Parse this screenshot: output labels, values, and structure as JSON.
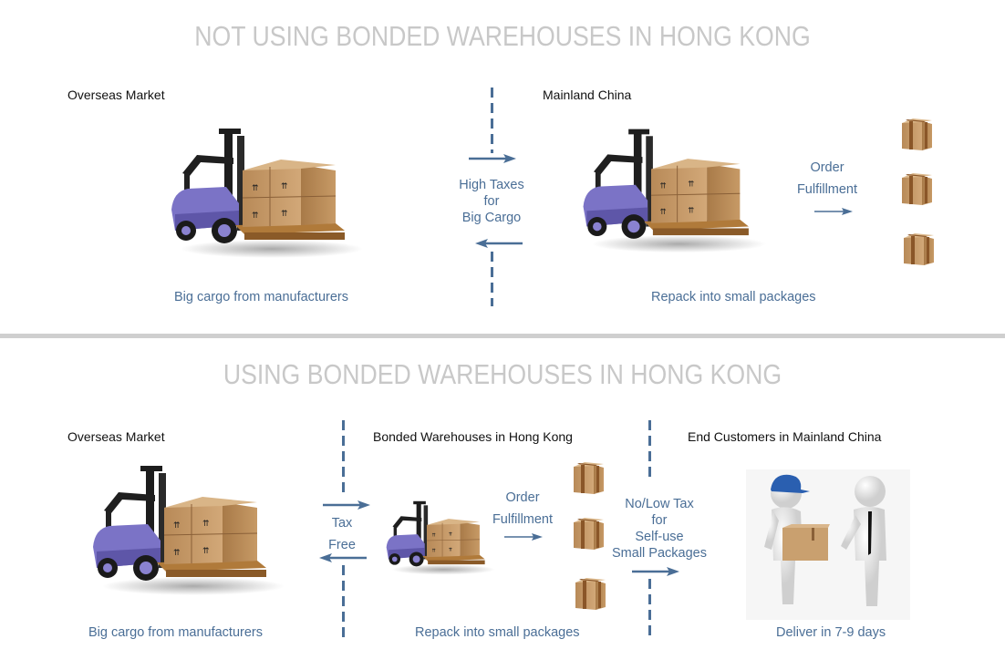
{
  "top_section": {
    "title": "NOT USING BONDED WAREHOUSES IN HONG KONG",
    "col1": {
      "heading": "Overseas Market",
      "caption": "Big cargo from manufacturers",
      "image": "forklift-with-cargo"
    },
    "divider_text": [
      "High Taxes",
      "for",
      "Big Cargo"
    ],
    "col2": {
      "heading": "Mainland China",
      "caption": "Repack into small packages",
      "image": "forklift-with-cargo"
    },
    "fulfillment_text": [
      "Order",
      "Fulfillment"
    ],
    "package_count": 3
  },
  "bottom_section": {
    "title": "USING BONDED WAREHOUSES IN HONG KONG",
    "col1": {
      "heading": "Overseas Market",
      "caption": "Big cargo from manufacturers",
      "image": "forklift-with-cargo"
    },
    "divider1_text": [
      "Tax",
      "Free"
    ],
    "col2": {
      "heading": "Bonded Warehouses in Hong Kong",
      "caption": "Repack into small packages",
      "image": "forklift-with-cargo"
    },
    "fulfillment_text": [
      "Order",
      "Fulfillment"
    ],
    "divider2_text": [
      "No/Low Tax",
      "for",
      "Self-use",
      "Small Packages"
    ],
    "col3": {
      "heading": "End Customers in Mainland China",
      "caption": "Deliver in 7-9 days",
      "image": "delivery-person-handing-box-to-customer"
    },
    "package_count": 3
  },
  "colors": {
    "accent_blue": "#4a6e96",
    "title_gray": "#c8c8c8",
    "separator_gray": "#cfcfcf"
  }
}
